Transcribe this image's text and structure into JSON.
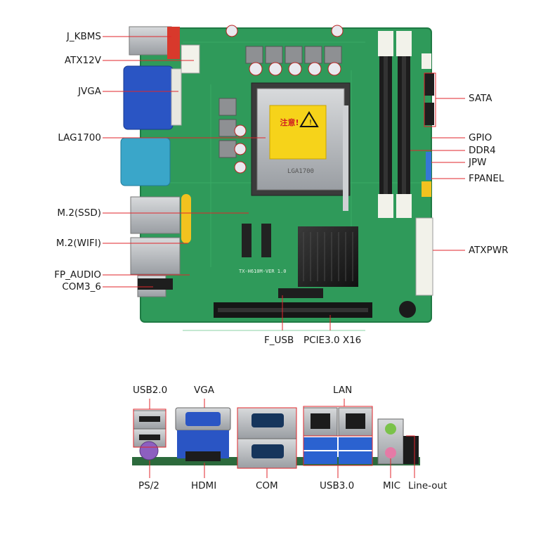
{
  "board_labels": {
    "j_kbms": "J_KBMS",
    "atx12v": "ATX12V",
    "jvga": "JVGA",
    "lag1700": "LAG1700",
    "m2_ssd": "M.2(SSD)",
    "m2_wifi": "M.2(WIFI)",
    "fp_audio": "FP_AUDIO",
    "com3_6": "COM3_6",
    "sata": "SATA",
    "gpio": "GPIO",
    "ddr4": "DDR4",
    "jpw": "JPW",
    "fpanel": "FPANEL",
    "atxpwr": "ATXPWR",
    "f_usb": "F_USB",
    "pcie": "PCIE3.0 X16"
  },
  "io_labels": {
    "usb20": "USB2.0",
    "vga": "VGA",
    "lan": "LAN",
    "ps2": "PS/2",
    "hdmi": "HDMI",
    "com": "COM",
    "usb30": "USB3.0",
    "mic": "MIC",
    "line_out": "Line-out"
  },
  "silkscreen": {
    "socket_warning": "注意!",
    "socket_mark": "LGA1700",
    "board_rev": "TX-H610M-VER 1.0"
  },
  "colors": {
    "pcb": "#2f9a5a",
    "callout_line": "#e0262b",
    "label_text": "#1a1a1a"
  }
}
